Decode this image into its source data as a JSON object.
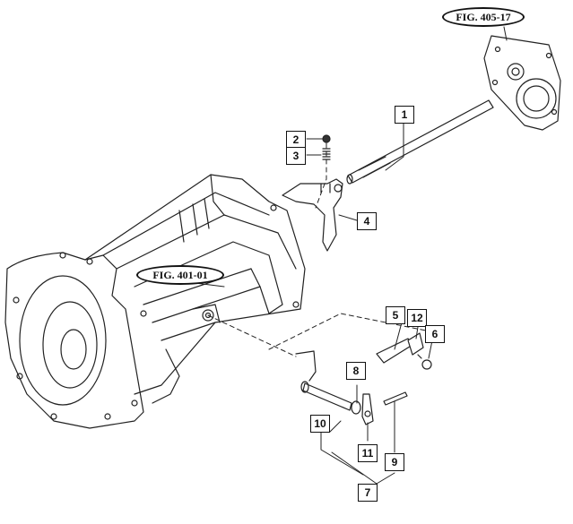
{
  "figure_refs": {
    "fig_405_17": "FIG. 405-17",
    "fig_401_01": "FIG. 401-01"
  },
  "callouts": {
    "c1": "1",
    "c2": "2",
    "c3": "3",
    "c4": "4",
    "c5": "5",
    "c6": "6",
    "c7": "7",
    "c8": "8",
    "c9": "9",
    "c10": "10",
    "c11": "11",
    "c12": "12"
  },
  "colors": {
    "line": "#222222",
    "fill": "#ffffff"
  }
}
